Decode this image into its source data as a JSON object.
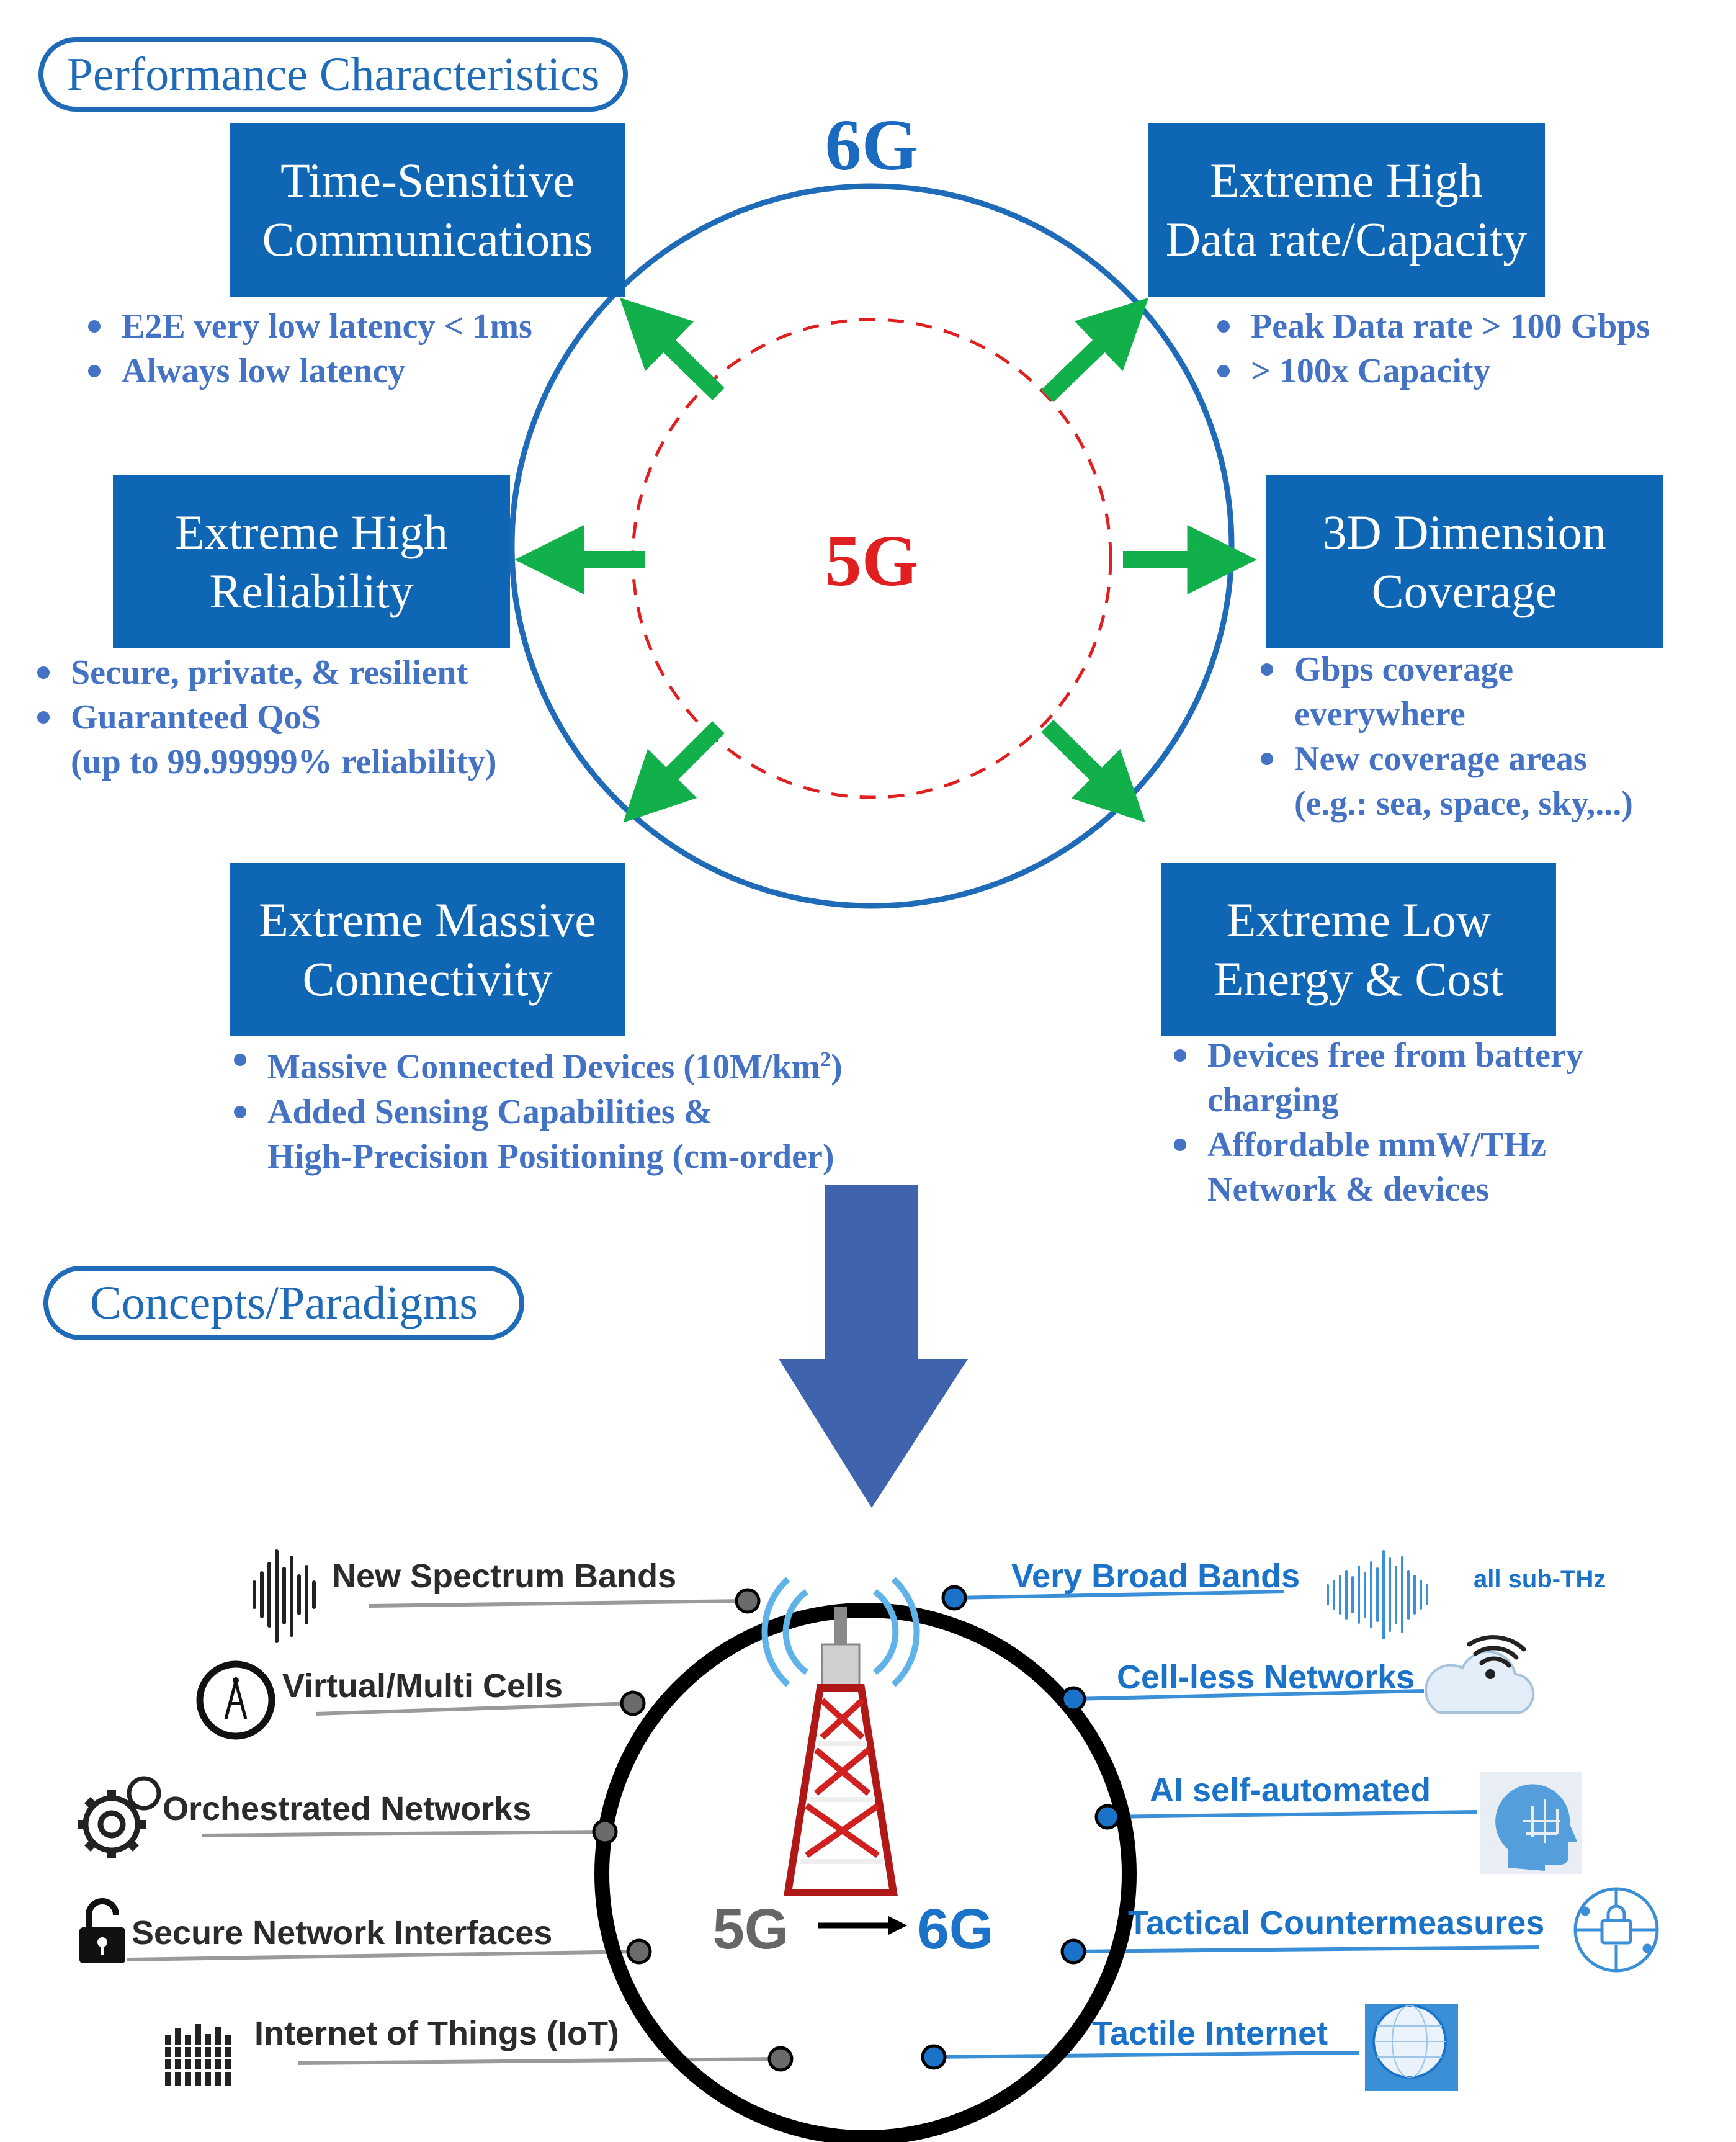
{
  "sections": {
    "performance": "Performance Characteristics",
    "concepts": "Concepts/Paradigms"
  },
  "center": {
    "outer_label": "6G",
    "inner_label": "5G",
    "bottom_from": "5G",
    "bottom_to": "6G"
  },
  "characteristics": {
    "tsc": {
      "title_line1": "Time-Sensitive",
      "title_line2": "Communications",
      "bullets": [
        "E2E very low latency < 1ms",
        "Always low latency"
      ]
    },
    "data_rate": {
      "title_line1": "Extreme High",
      "title_line2": "Data rate/Capacity",
      "bullets": [
        "Peak Data rate > 100 Gbps",
        "> 100x Capacity"
      ]
    },
    "reliability": {
      "title_line1": "Extreme High",
      "title_line2": "Reliability",
      "bullets": [
        "Secure, private, & resilient",
        "Guaranteed QoS",
        "(up to 99.99999% reliability)"
      ]
    },
    "coverage": {
      "title_line1": "3D Dimension",
      "title_line2": "Coverage",
      "bullets": [
        "Gbps coverage",
        "everywhere",
        "New coverage areas",
        "(e.g.: sea, space, sky,...)"
      ]
    },
    "connectivity": {
      "title_line1": "Extreme Massive",
      "title_line2": "Connectivity",
      "bullets": [
        "Massive Connected Devices (10M/km",
        "2",
        ")",
        "Added Sensing Capabilities &",
        "High-Precision Positioning (cm-order)"
      ]
    },
    "energy": {
      "title_line1": "Extreme Low",
      "title_line2": "Energy & Cost",
      "bullets": [
        "Devices free from battery",
        "charging",
        "Affordable mmW/THz",
        "Network & devices"
      ]
    }
  },
  "concepts_5g": [
    {
      "label": "New Spectrum Bands",
      "icon": "waveform-icon"
    },
    {
      "label": "Virtual/Multi Cells",
      "icon": "cell-tower-circle-icon"
    },
    {
      "label": "Orchestrated Networks",
      "icon": "gear-refresh-icon"
    },
    {
      "label": "Secure Network Interfaces",
      "icon": "lock-icon"
    },
    {
      "label": "Internet of Things (IoT)",
      "icon": "device-grid-icon"
    }
  ],
  "concepts_6g": [
    {
      "label": "Very Broad Bands",
      "icon": "broad-waveform-icon",
      "note": "all sub-THz"
    },
    {
      "label": "Cell-less Networks",
      "icon": "cloud-wifi-icon"
    },
    {
      "label": "AI self-automated",
      "icon": "ai-head-icon"
    },
    {
      "label": "Tactical Countermeasures",
      "icon": "security-chip-icon"
    },
    {
      "label": "Tactile Internet",
      "icon": "touch-globe-icon"
    }
  ],
  "colors": {
    "box_blue": "#0e66b5",
    "bullet_blue": "#4472c4",
    "ring_blue": "#1f6bb8",
    "arrow_green": "#12b04a",
    "inner_red": "#e02020",
    "down_arrow": "#3f63ad",
    "concept_blue": "#1a73c9",
    "concept_dark": "#2b2b2b"
  }
}
